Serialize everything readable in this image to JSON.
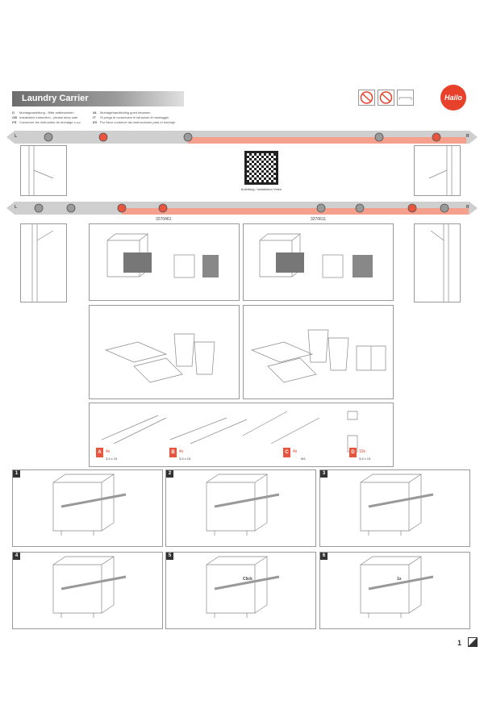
{
  "header": {
    "title": "Laundry Carrier",
    "brand": "Hailo"
  },
  "languages": [
    {
      "code": "D",
      "text": "Montageanleitung - Bitte aufbewahren"
    },
    {
      "code": "GB",
      "text": "Installation Instruction - please keep safe"
    },
    {
      "code": "FR",
      "text": "Conserver les Instruction de montage s.v.p"
    },
    {
      "code": "NL",
      "text": "Montagehandleiding goed bewaren"
    },
    {
      "code": "IT",
      "text": "Si prega di conservare le istruzioni di montaggio"
    },
    {
      "code": "ES",
      "text": "Por favor conserve las instrucciones para el montaje"
    }
  ],
  "symbols": [
    "no-children-icon",
    "no-load-icon",
    "dimension-icon"
  ],
  "bars": {
    "left": "L",
    "right": "R"
  },
  "qr_caption": "Anleitung / Installation Video",
  "models": [
    "3270461",
    "3270611"
  ],
  "parts": [
    {
      "letter": "A",
      "qty": "4x",
      "screw": "3,5 x 15"
    },
    {
      "letter": "B",
      "qty": "4x",
      "screw": "3,5 x 15"
    },
    {
      "letter": "C",
      "qty": "4x",
      "screw": "M4"
    },
    {
      "letter": "D",
      "qty": "10x",
      "screw": "3,5 x 15"
    }
  ],
  "steps": [
    {
      "number": "1"
    },
    {
      "number": "2"
    },
    {
      "number": "3"
    },
    {
      "number": "4"
    },
    {
      "number": "5",
      "note": "Click"
    },
    {
      "number": "6",
      "note": "1x"
    }
  ],
  "page": {
    "number": "1"
  },
  "colors": {
    "accent": "#e8412b",
    "salmon": "#f4a08d",
    "bar": "#c8c8c8"
  }
}
